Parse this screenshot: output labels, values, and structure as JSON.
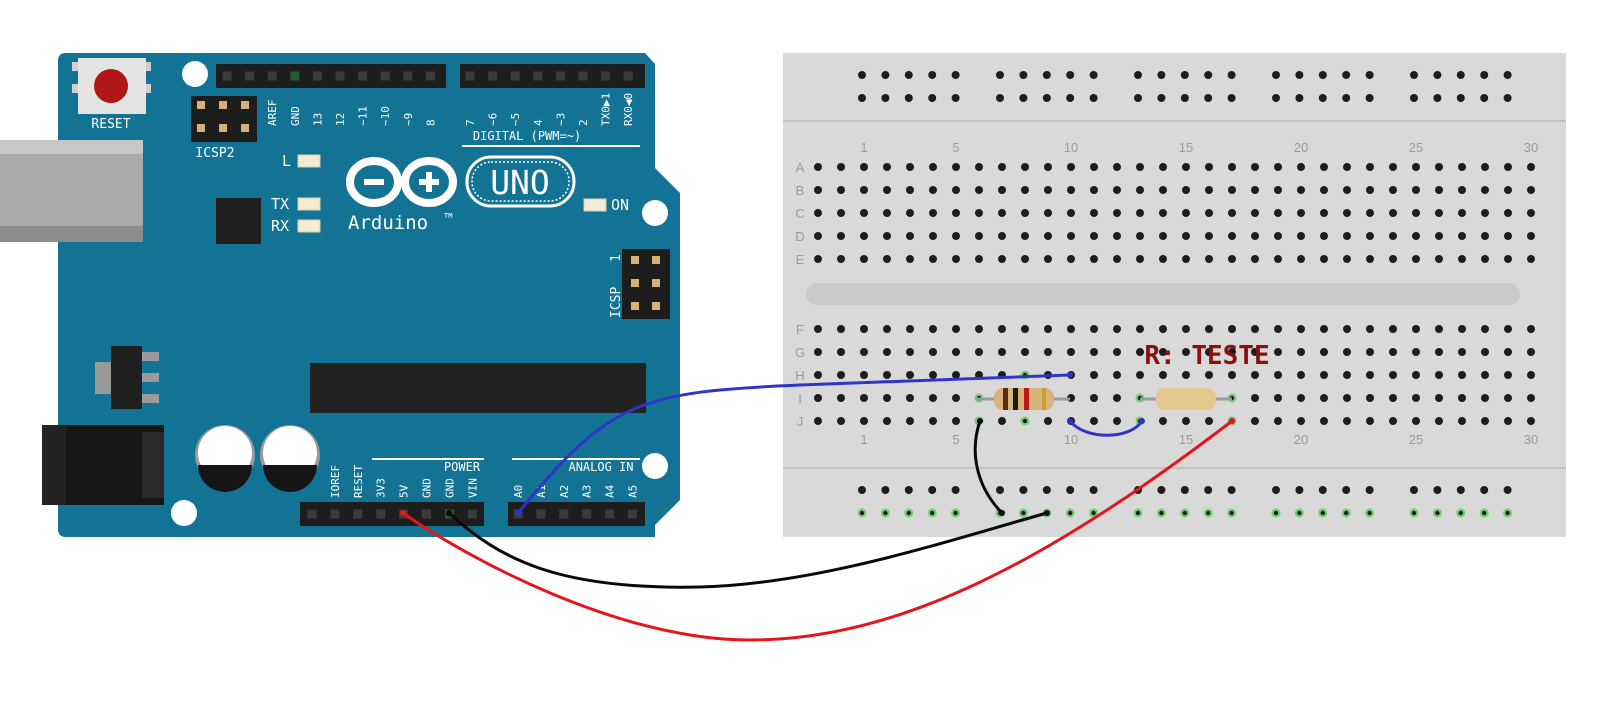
{
  "arduino": {
    "reset_label": "RESET",
    "icsp2_label": "ICSP2",
    "icsp_label": "ICSP",
    "icsp_pin1": "1",
    "brand_label": "Arduino",
    "brand_tm": "TM",
    "model_label": "UNO",
    "led_l": "L",
    "led_tx": "TX",
    "led_rx": "RX",
    "led_on": "ON",
    "digital_label": "DIGITAL (PWM=~)",
    "power_label": "POWER",
    "analog_label": "ANALOG IN",
    "digital_pins": [
      "AREF",
      "GND",
      "13",
      "12",
      "~11",
      "~10",
      "~9",
      "8",
      "7",
      "~6",
      "~5",
      "4",
      "~3",
      "2",
      "TX0▶1",
      "RX0◀0"
    ],
    "power_pins": [
      "IOREF",
      "RESET",
      "3V3",
      "5V",
      "GND",
      "GND",
      "VIN"
    ],
    "analog_pins": [
      "A0",
      "A1",
      "A2",
      "A3",
      "A4",
      "A5"
    ]
  },
  "breadboard": {
    "column_numbers": [
      "1",
      "5",
      "10",
      "15",
      "20",
      "25",
      "30"
    ],
    "rows_top": [
      "A",
      "B",
      "C",
      "D",
      "E"
    ],
    "rows_bottom": [
      "F",
      "G",
      "H",
      "I",
      "J"
    ]
  },
  "components": {
    "test_resistor_label": "R: TESTE"
  },
  "colors": {
    "board_blue": "#137394",
    "breadboard": "#d9d9d9",
    "wire_blue": "#2e35c8",
    "wire_red": "#e2161b",
    "wire_black": "#0a0a0a",
    "label_red": "#8b1010"
  }
}
